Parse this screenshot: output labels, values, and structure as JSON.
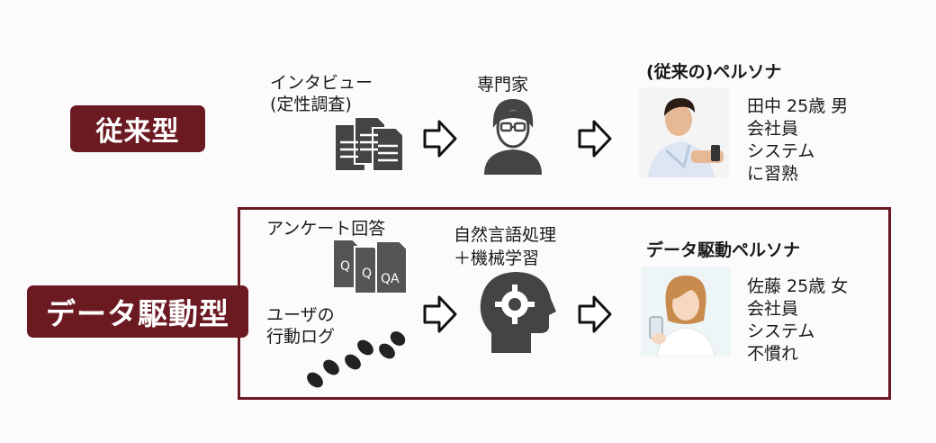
{
  "traditional": {
    "label": "従来型",
    "input_label_line1": "インタビュー",
    "input_label_line2": "(定性調査)",
    "middle_label": "専門家",
    "result_title": "(従来の)ペルソナ",
    "profile": [
      "田中 25歳 男",
      "会社員",
      "システム",
      "に習熟"
    ]
  },
  "data_driven": {
    "label": "データ駆動型",
    "survey_label": "アンケート回答",
    "survey_doc_labels": [
      "Q",
      "Q",
      "QA"
    ],
    "log_label_line1": "ユーザの",
    "log_label_line2": "行動ログ",
    "middle_label_line1": "自然言語処理",
    "middle_label_line2": "＋機械学習",
    "result_title": "データ駆動ペルソナ",
    "profile": [
      "佐藤 25歳 女",
      "会社員",
      "システム",
      "不慣れ"
    ]
  },
  "colors": {
    "accent": "#6b1a22",
    "icon_gray": "#444444"
  },
  "icons": [
    "documents-icon",
    "expert-person-icon",
    "arrow-right-icon",
    "man-photo",
    "woman-photo",
    "survey-docs-icon",
    "footprints-icon",
    "ai-head-gear-icon"
  ]
}
